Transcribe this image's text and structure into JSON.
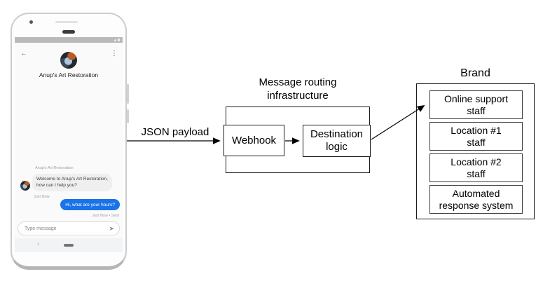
{
  "phone": {
    "chat": {
      "header": {
        "title": "Anup's Art Restoration"
      },
      "conversation": {
        "sender_label": "Anup's Art Restoration",
        "incoming": {
          "line1": "Welcome to Anup's Art Restoration,",
          "line2": "how can I help you?",
          "time": "Just Now"
        },
        "outgoing": {
          "text": "Hi, what are your hours?",
          "time": "Just Now • Sent"
        }
      },
      "composer": {
        "placeholder": "Type message"
      }
    }
  },
  "icons": {
    "back": "←",
    "menu": "⋮",
    "send": "➤",
    "nav_back": "‹"
  },
  "diagram": {
    "payload_label": "JSON payload",
    "routing": {
      "title_line1": "Message routing",
      "title_line2": "infrastructure",
      "webhook": "Webhook",
      "destination_line1": "Destination",
      "destination_line2": "logic"
    },
    "brand": {
      "title": "Brand",
      "items": [
        {
          "line1": "Online support",
          "line2": "staff"
        },
        {
          "line1": "Location #1",
          "line2": "staff"
        },
        {
          "line1": "Location #2",
          "line2": "staff"
        },
        {
          "line1": "Automated",
          "line2": "response system"
        }
      ]
    }
  },
  "colors": {
    "outgoing_bubble": "#1a73e8",
    "incoming_bubble": "#efefef",
    "status_bar": "#b9b9b9"
  }
}
